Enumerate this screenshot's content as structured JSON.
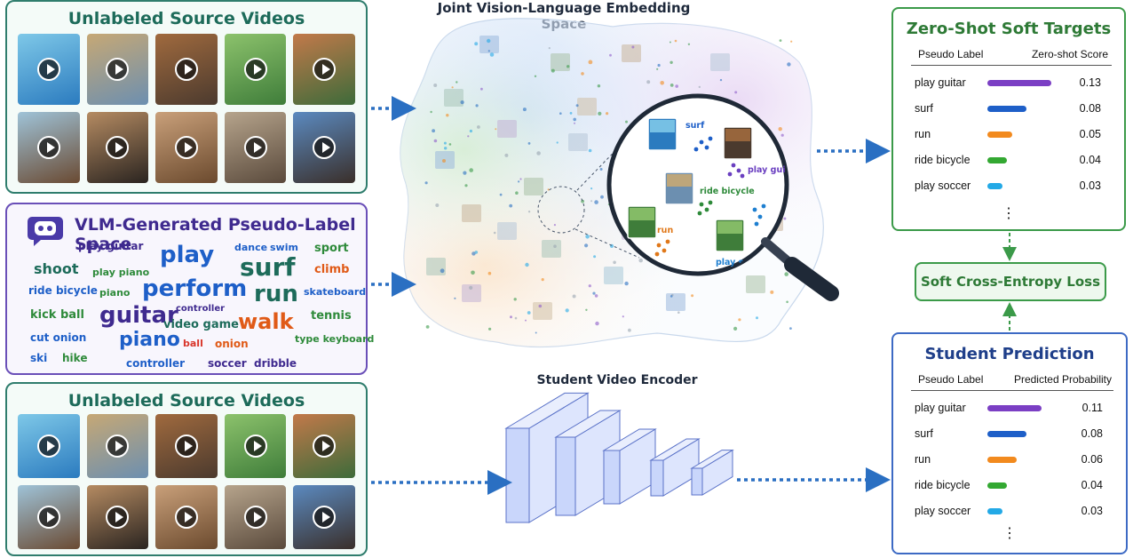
{
  "top_videos": {
    "title": "Unlabeled Source Videos",
    "thumbs": [
      {
        "icon": "surf-video-icon",
        "colors": [
          "#2b7bbf",
          "#7ec8e8"
        ]
      },
      {
        "icon": "bicycle-video-icon",
        "colors": [
          "#6c8fb0",
          "#c6a875"
        ]
      },
      {
        "icon": "guitar-video-icon",
        "colors": [
          "#4b3a2e",
          "#a06a3e"
        ]
      },
      {
        "icon": "soccer-video-icon",
        "colors": [
          "#3f7d3a",
          "#8cc26c"
        ]
      },
      {
        "icon": "tennis-video-icon",
        "colors": [
          "#3d6b3a",
          "#c2794a"
        ]
      },
      {
        "icon": "climb-video-icon",
        "colors": [
          "#6a4a32",
          "#9fc3d8"
        ]
      },
      {
        "icon": "piano-video-icon",
        "colors": [
          "#2a2420",
          "#b58b62"
        ]
      },
      {
        "icon": "cut-onion-video-icon",
        "colors": [
          "#6b4a2e",
          "#c9a07a"
        ]
      },
      {
        "icon": "type-keyboard-video-icon",
        "colors": [
          "#5a4a3c",
          "#b6a48c"
        ]
      },
      {
        "icon": "video-game-video-icon",
        "colors": [
          "#3a2f2a",
          "#5b8ac0"
        ]
      }
    ]
  },
  "vlm_space": {
    "title": "VLM-Generated Pseudo-Label Space",
    "words": [
      {
        "text": "play guitar",
        "color": "#3f2a8f"
      },
      {
        "text": "play",
        "color": "#1e5fc8"
      },
      {
        "text": "dance",
        "color": "#1e5fc8"
      },
      {
        "text": "swim",
        "color": "#1e5fc8"
      },
      {
        "text": "sport",
        "color": "#2e8a3a"
      },
      {
        "text": "shoot",
        "color": "#1d6b5a"
      },
      {
        "text": "play piano",
        "color": "#2e8a3a"
      },
      {
        "text": "surf",
        "color": "#1d6b5a"
      },
      {
        "text": "climb",
        "color": "#e05a17"
      },
      {
        "text": "ride bicycle",
        "color": "#1e5fc8"
      },
      {
        "text": "piano",
        "color": "#2e8a3a"
      },
      {
        "text": "perform",
        "color": "#1e5fc8"
      },
      {
        "text": "run",
        "color": "#1d6b5a"
      },
      {
        "text": "skateboard",
        "color": "#1e5fc8"
      },
      {
        "text": "kick ball",
        "color": "#2e8a3a"
      },
      {
        "text": "guitar",
        "color": "#3f2a8f"
      },
      {
        "text": "controller",
        "color": "#3f2a8f"
      },
      {
        "text": "video game",
        "color": "#1d6b5a"
      },
      {
        "text": "walk",
        "color": "#e05a17"
      },
      {
        "text": "tennis",
        "color": "#2e8a3a"
      },
      {
        "text": "cut onion",
        "color": "#1e5fc8"
      },
      {
        "text": "piano",
        "color": "#1e5fc8"
      },
      {
        "text": "ball",
        "color": "#d9362b"
      },
      {
        "text": "onion",
        "color": "#e05a17"
      },
      {
        "text": "type keyboard",
        "color": "#2e8a3a"
      },
      {
        "text": "ski",
        "color": "#1e5fc8"
      },
      {
        "text": "hike",
        "color": "#2e8a3a"
      },
      {
        "text": "controller",
        "color": "#1e5fc8"
      },
      {
        "text": "soccer",
        "color": "#3f2a8f"
      },
      {
        "text": "dribble",
        "color": "#3f2a8f"
      }
    ]
  },
  "bottom_videos": {
    "title": "Unlabeled Source Videos"
  },
  "embedding": {
    "title": "Joint Vision-Language Embedding Space",
    "magnifier_labels": [
      {
        "text": "surf",
        "color": "#1e5fc8"
      },
      {
        "text": "play guitar",
        "color": "#6a3fc0"
      },
      {
        "text": "ride bicycle",
        "color": "#2e8a3a"
      },
      {
        "text": "run",
        "color": "#e0781a"
      },
      {
        "text": "play soccer",
        "color": "#1e7fd0"
      }
    ]
  },
  "zero_shot": {
    "title": "Zero-Shot Soft Targets",
    "col1": "Pseudo Label",
    "col2": "Zero-shot Score",
    "rows": [
      {
        "label": "play guitar",
        "score": "0.13",
        "value": 0.13,
        "color": "#7b3fc4"
      },
      {
        "label": "surf",
        "score": "0.08",
        "value": 0.08,
        "color": "#1e5fc8"
      },
      {
        "label": "run",
        "score": "0.05",
        "value": 0.05,
        "color": "#f28a1e"
      },
      {
        "label": "ride bicycle",
        "score": "0.04",
        "value": 0.04,
        "color": "#33a832"
      },
      {
        "label": "play soccer",
        "score": "0.03",
        "value": 0.03,
        "color": "#23a9e6"
      }
    ],
    "more": "⋮"
  },
  "loss": {
    "label": "Soft Cross-Entropy Loss"
  },
  "student_pred": {
    "title": "Student Prediction",
    "col1": "Pseudo Label",
    "col2": "Predicted Probability",
    "rows": [
      {
        "label": "play guitar",
        "score": "0.11",
        "value": 0.11,
        "color": "#7b3fc4"
      },
      {
        "label": "surf",
        "score": "0.08",
        "value": 0.08,
        "color": "#1e5fc8"
      },
      {
        "label": "run",
        "score": "0.06",
        "value": 0.06,
        "color": "#f28a1e"
      },
      {
        "label": "ride bicycle",
        "score": "0.04",
        "value": 0.04,
        "color": "#33a832"
      },
      {
        "label": "play soccer",
        "score": "0.03",
        "value": 0.03,
        "color": "#23a9e6"
      }
    ],
    "more": "⋮"
  },
  "encoder": {
    "title": "Student Video Encoder"
  }
}
